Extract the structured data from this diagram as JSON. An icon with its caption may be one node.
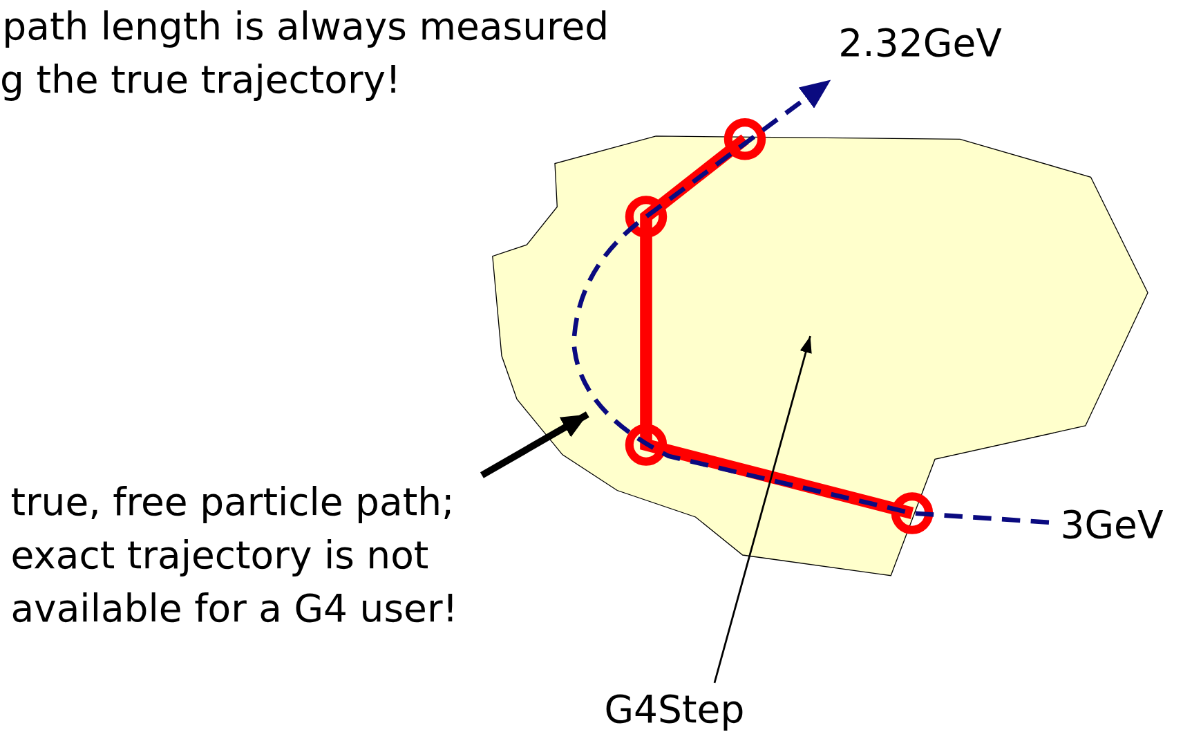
{
  "diagram": {
    "nodes": [
      {
        "text": [],
        "shape": "polygon"
      },
      {
        "text": [
          "true, free particle path; exact trajectory is not available for a G4 user!"
        ]
      },
      {
        "text": [],
        "shape": "curve"
      },
      {
        "text": [
          "G4Step"
        ]
      }
    ],
    "edges": [
      {
        "from": 1,
        "to": 2,
        "arrow": "to",
        "style": "thick"
      },
      {
        "from": 3,
        "to": 0,
        "arrow": "to"
      }
    ],
    "labels": [
      "path length is always measured",
      "g the true trajectory!",
      "2.32GeV",
      "3GeV"
    ]
  }
}
